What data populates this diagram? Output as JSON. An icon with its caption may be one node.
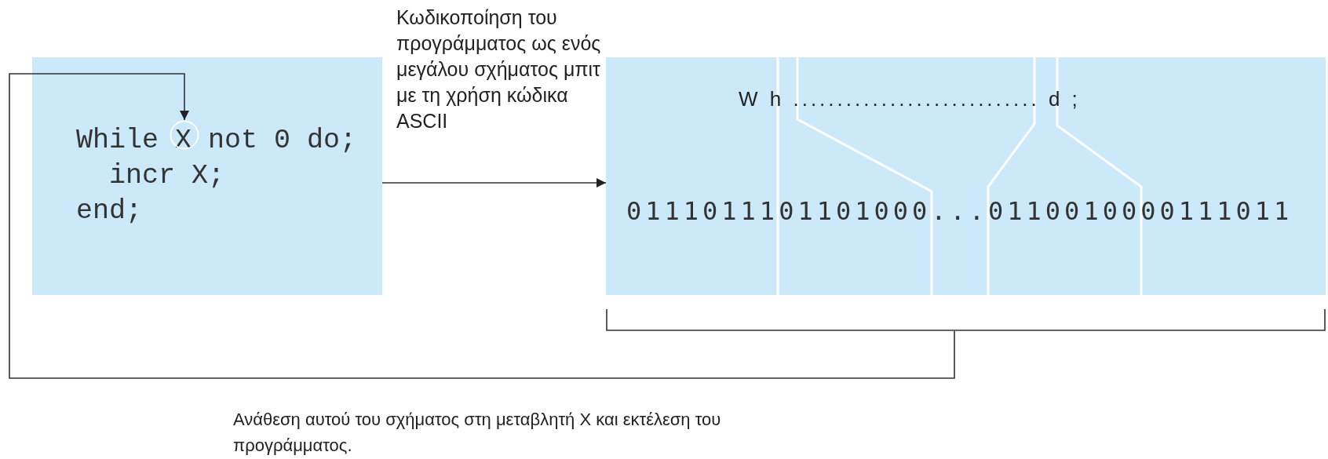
{
  "diagram": {
    "nodes": [
      {
        "text": [
          "While X not 0 do;",
          "incr X;",
          "end;"
        ]
      },
      {
        "text": [],
        "shape": "circle",
        "in": 0
      },
      {
        "text": [
          "W h ............................ d ;",
          "0111011101101000...0110010000111011"
        ]
      },
      {
        "text": [],
        "shape": "bracket"
      }
    ],
    "edges": [
      {
        "from": 0,
        "to": 2,
        "arrow": "to",
        "label": "Κωδικοποίηση του προγράμματος ως ενός μεγάλου σχήματος μπιτ με τη χρήση κώδικα ASCII"
      },
      {
        "from": 3,
        "to": 1,
        "arrow": "to",
        "label": "Ανάθεση αυτού του σχήματος στη μεταβλητή X και εκτέλεση του προγράμματος."
      }
    ]
  }
}
